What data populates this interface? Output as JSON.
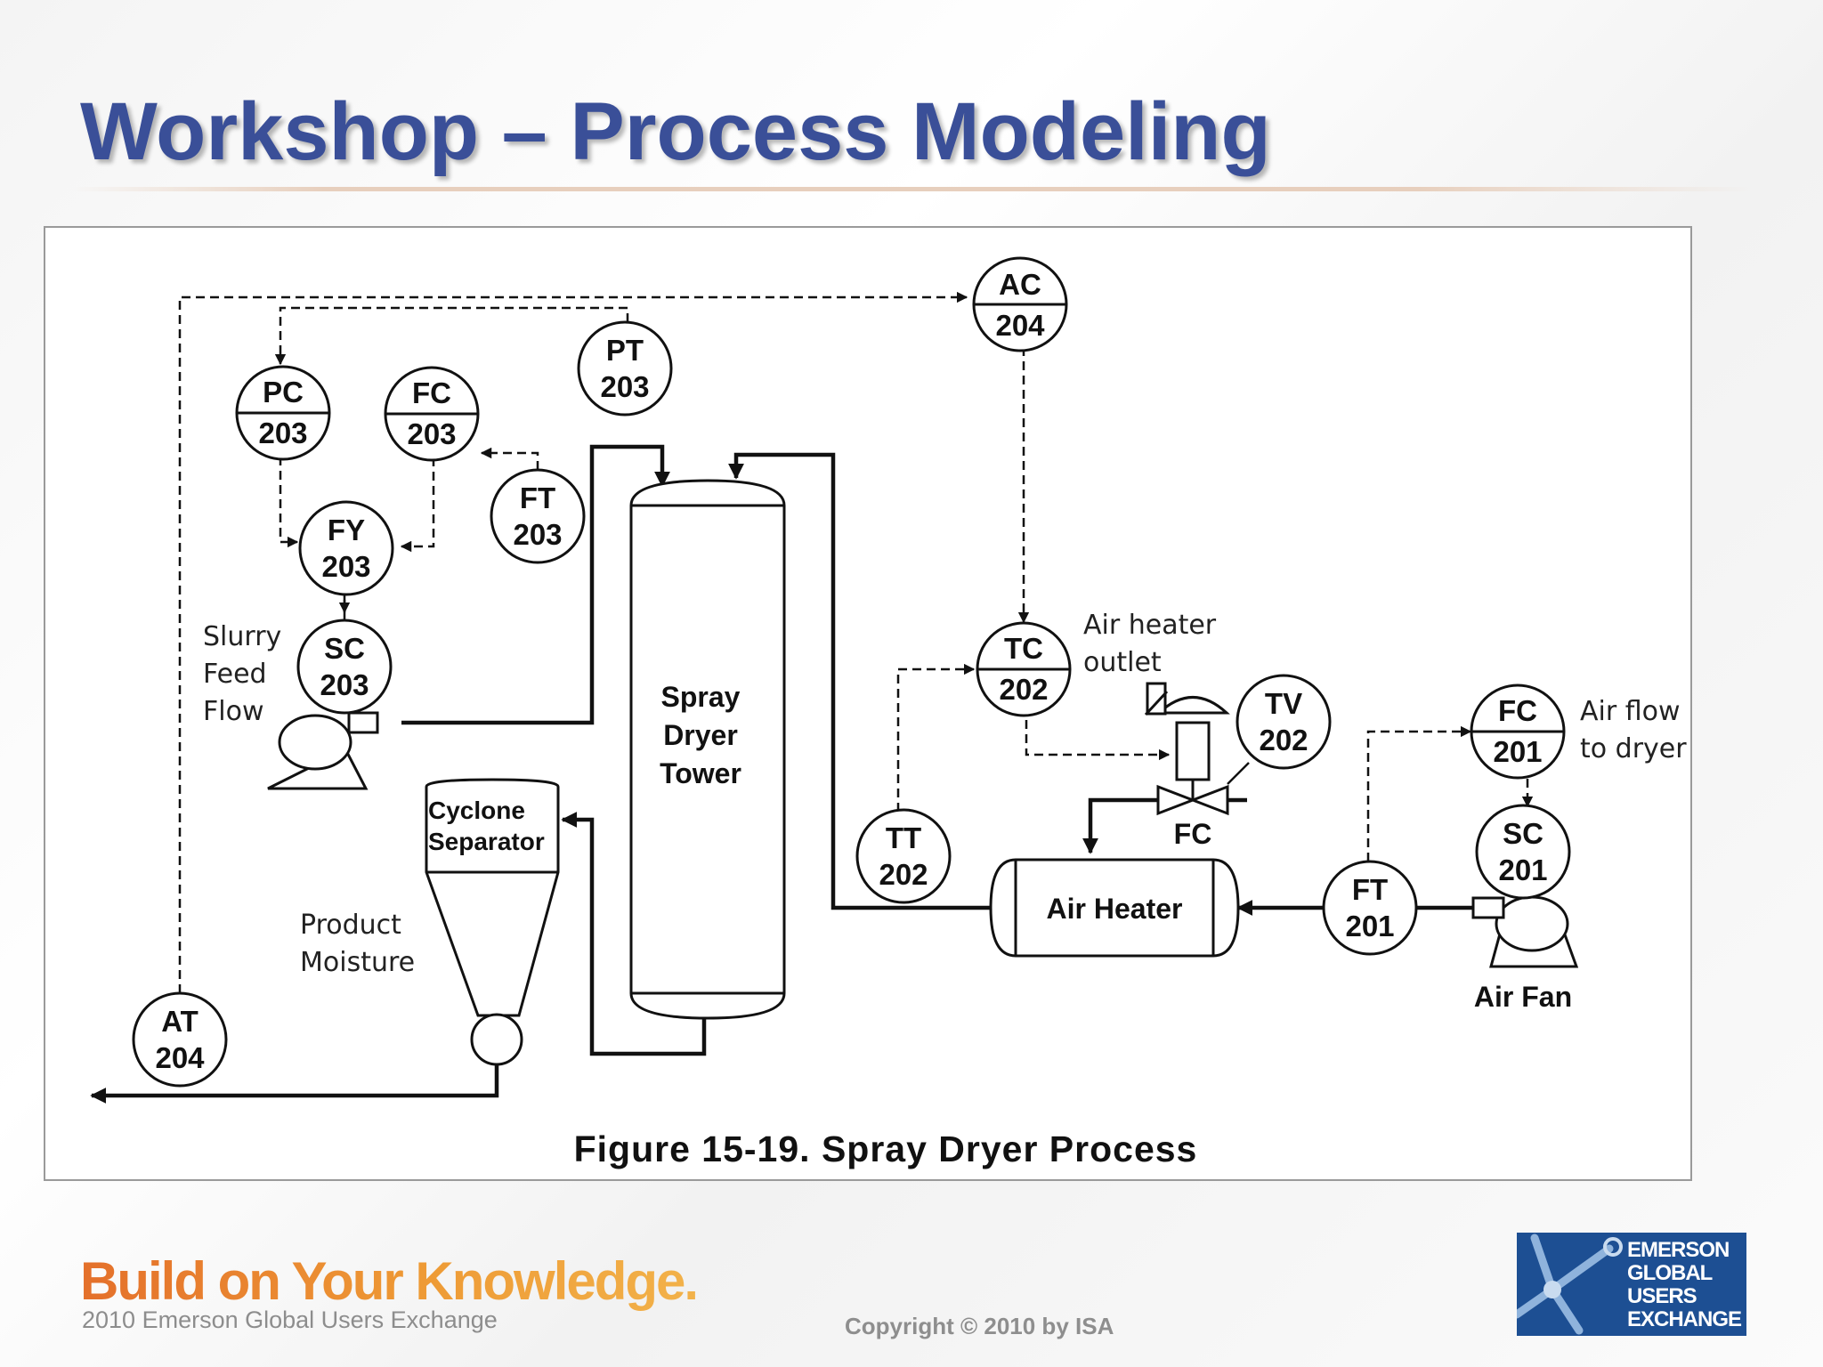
{
  "slide": {
    "title": "Workshop – Process Modeling",
    "footer_slogan": "Build on Your Knowledge.",
    "footer_subtitle": "2010 Emerson Global Users Exchange",
    "copyright": "Copyright © 2010 by ISA",
    "logo": {
      "line1": "EMERSON",
      "line2": "GLOBAL",
      "line3": "USERS",
      "line4": "EXCHANGE"
    }
  },
  "figure": {
    "caption": "Figure 15-19. Spray Dryer Process",
    "instruments": {
      "ac204": {
        "top": "AC",
        "num": "204"
      },
      "pt203": {
        "top": "PT",
        "num": "203"
      },
      "pc203": {
        "top": "PC",
        "num": "203"
      },
      "fc203": {
        "top": "FC",
        "num": "203"
      },
      "fy203": {
        "top": "FY",
        "num": "203"
      },
      "ft203": {
        "top": "FT",
        "num": "203"
      },
      "sc203": {
        "top": "SC",
        "num": "203"
      },
      "tc202": {
        "top": "TC",
        "num": "202"
      },
      "tv202": {
        "top": "TV",
        "num": "202"
      },
      "tt202": {
        "top": "TT",
        "num": "202"
      },
      "fc201": {
        "top": "FC",
        "num": "201"
      },
      "sc201": {
        "top": "SC",
        "num": "201"
      },
      "ft201": {
        "top": "FT",
        "num": "201"
      },
      "at204": {
        "top": "AT",
        "num": "204"
      }
    },
    "equipment": {
      "tower_line1": "Spray",
      "tower_line2": "Dryer",
      "tower_line3": "Tower",
      "cyclone_line1": "Cyclone",
      "cyclone_line2": "Separator",
      "air_heater": "Air Heater",
      "air_fan": "Air Fan",
      "valve_fail": "FC"
    },
    "notes": {
      "slurry_line1": "Slurry",
      "slurry_line2": "Feed",
      "slurry_line3": "Flow",
      "moisture_line1": "Product",
      "moisture_line2": "Moisture",
      "air_heater_outlet_line1": "Air heater",
      "air_heater_outlet_line2": "outlet",
      "air_flow_line1": "Air flow",
      "air_flow_line2": "to dryer"
    }
  }
}
